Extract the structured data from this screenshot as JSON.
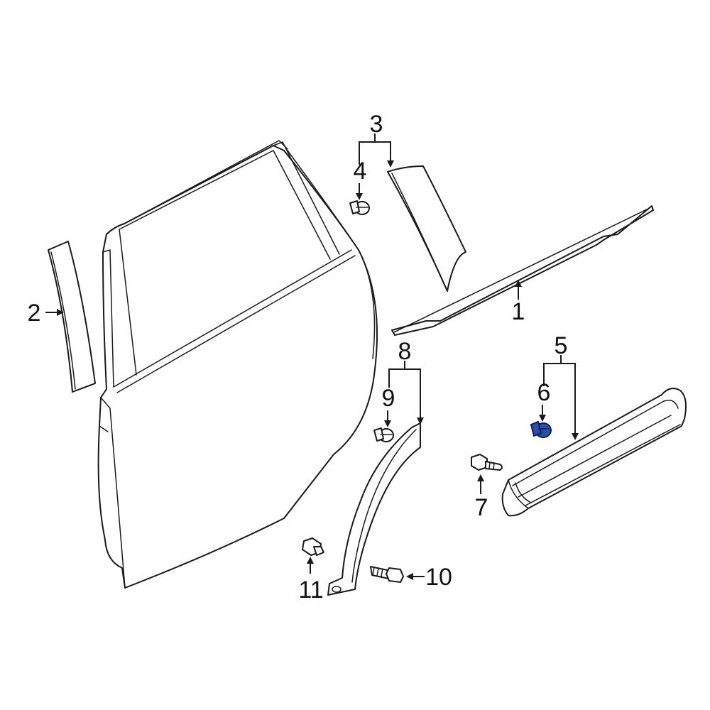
{
  "diagram": {
    "callouts": [
      {
        "id": "1",
        "label": "1"
      },
      {
        "id": "2",
        "label": "2"
      },
      {
        "id": "3",
        "label": "3"
      },
      {
        "id": "4",
        "label": "4"
      },
      {
        "id": "5",
        "label": "5"
      },
      {
        "id": "6",
        "label": "6"
      },
      {
        "id": "7",
        "label": "7"
      },
      {
        "id": "8",
        "label": "8"
      },
      {
        "id": "9",
        "label": "9"
      },
      {
        "id": "10",
        "label": "10"
      },
      {
        "id": "11",
        "label": "11"
      }
    ],
    "highlight_color": "#2a4fa8",
    "line_color": "#1a1a1a"
  }
}
